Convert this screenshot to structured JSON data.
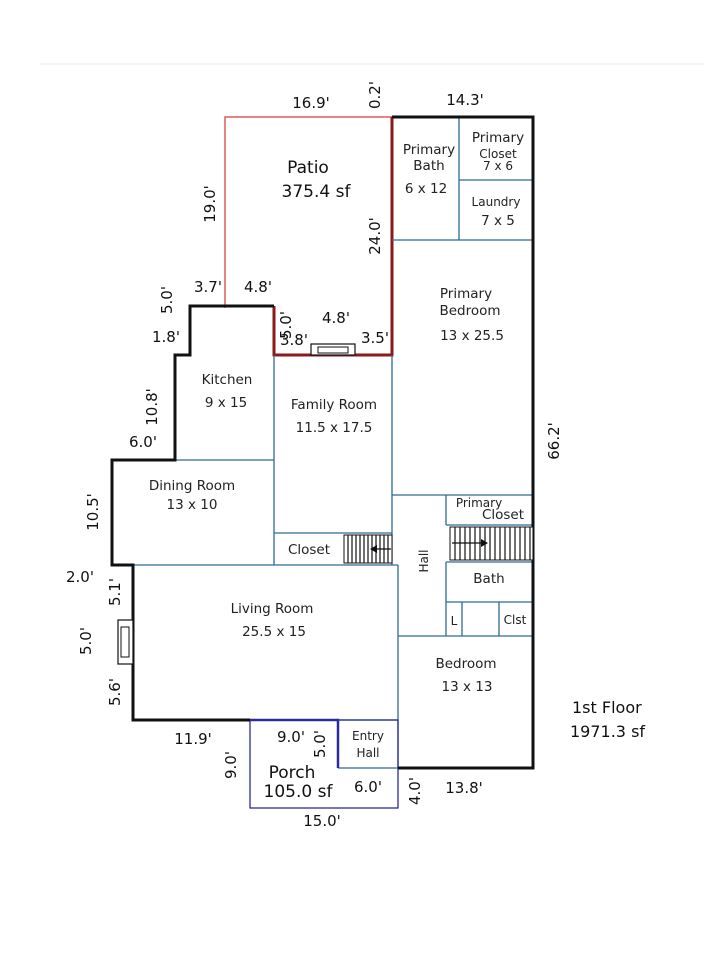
{
  "patio": {
    "name": "Patio",
    "area": "375.4 sf"
  },
  "porch": {
    "name": "Porch",
    "area": "105.0 sf"
  },
  "floor": {
    "name": "1st Floor",
    "area": "1971.3 sf"
  },
  "rooms": {
    "primary_bath": {
      "line1": "Primary",
      "line2": "Bath",
      "size": "6 x 12"
    },
    "primary_closet_top": {
      "line1": "Primary",
      "line2": "Closet",
      "size": "7 x 6"
    },
    "laundry": {
      "name": "Laundry",
      "size": "7 x 5"
    },
    "primary_bedroom": {
      "line1": "Primary",
      "line2": "Bedroom",
      "size": "13 x 25.5"
    },
    "kitchen": {
      "name": "Kitchen",
      "size": "9 x 15"
    },
    "family_room": {
      "name": "Family Room",
      "size": "11.5 x 17.5"
    },
    "dining_room": {
      "name": "Dining Room",
      "size": "13 x 10"
    },
    "closet": {
      "name": "Closet"
    },
    "hall": {
      "name": "Hall"
    },
    "primary_closet_mid": {
      "line1": "Primary",
      "line2": "Closet"
    },
    "bath": {
      "name": "Bath"
    },
    "l": {
      "name": "L"
    },
    "clst": {
      "name": "Clst"
    },
    "living_room": {
      "name": "Living Room",
      "size": "25.5 x 15"
    },
    "bedroom": {
      "name": "Bedroom",
      "size": "13 x 13"
    },
    "entry_hall": {
      "line1": "Entry",
      "line2": "Hall"
    }
  },
  "dimensions": {
    "d_16_9": "16.9'",
    "d_0_2": "0.2'",
    "d_14_3": "14.3'",
    "d_19_0": "19.0'",
    "d_24_0": "24.0'",
    "d_3_7": "3.7'",
    "d_4_8_a": "4.8'",
    "d_5_0_a": "5.0'",
    "d_1_8": "1.8'",
    "d_5_0_b": "5.0'",
    "d_3_8": "3.8'",
    "d_4_8_b": "4.8'",
    "d_3_5": "3.5'",
    "d_10_8": "10.8'",
    "d_6_0_a": "6.0'",
    "d_66_2": "66.2'",
    "d_10_5": "10.5'",
    "d_2_0": "2.0'",
    "d_5_1": "5.1'",
    "d_5_0_c": "5.0'",
    "d_5_6": "5.6'",
    "d_11_9": "11.9'",
    "d_9_0_a": "9.0'",
    "d_5_0_d": "5.0'",
    "d_9_0_b": "9.0'",
    "d_6_0_b": "6.0'",
    "d_4_0": "4.0'",
    "d_13_8": "13.8'",
    "d_15_0": "15.0'"
  },
  "colors": {
    "patio_line": "#e05a5a",
    "patio_wall": "#8b1a1a",
    "room_line": "#2d6b94",
    "porch_line": "#2b2b9e",
    "wall": "#111111"
  }
}
